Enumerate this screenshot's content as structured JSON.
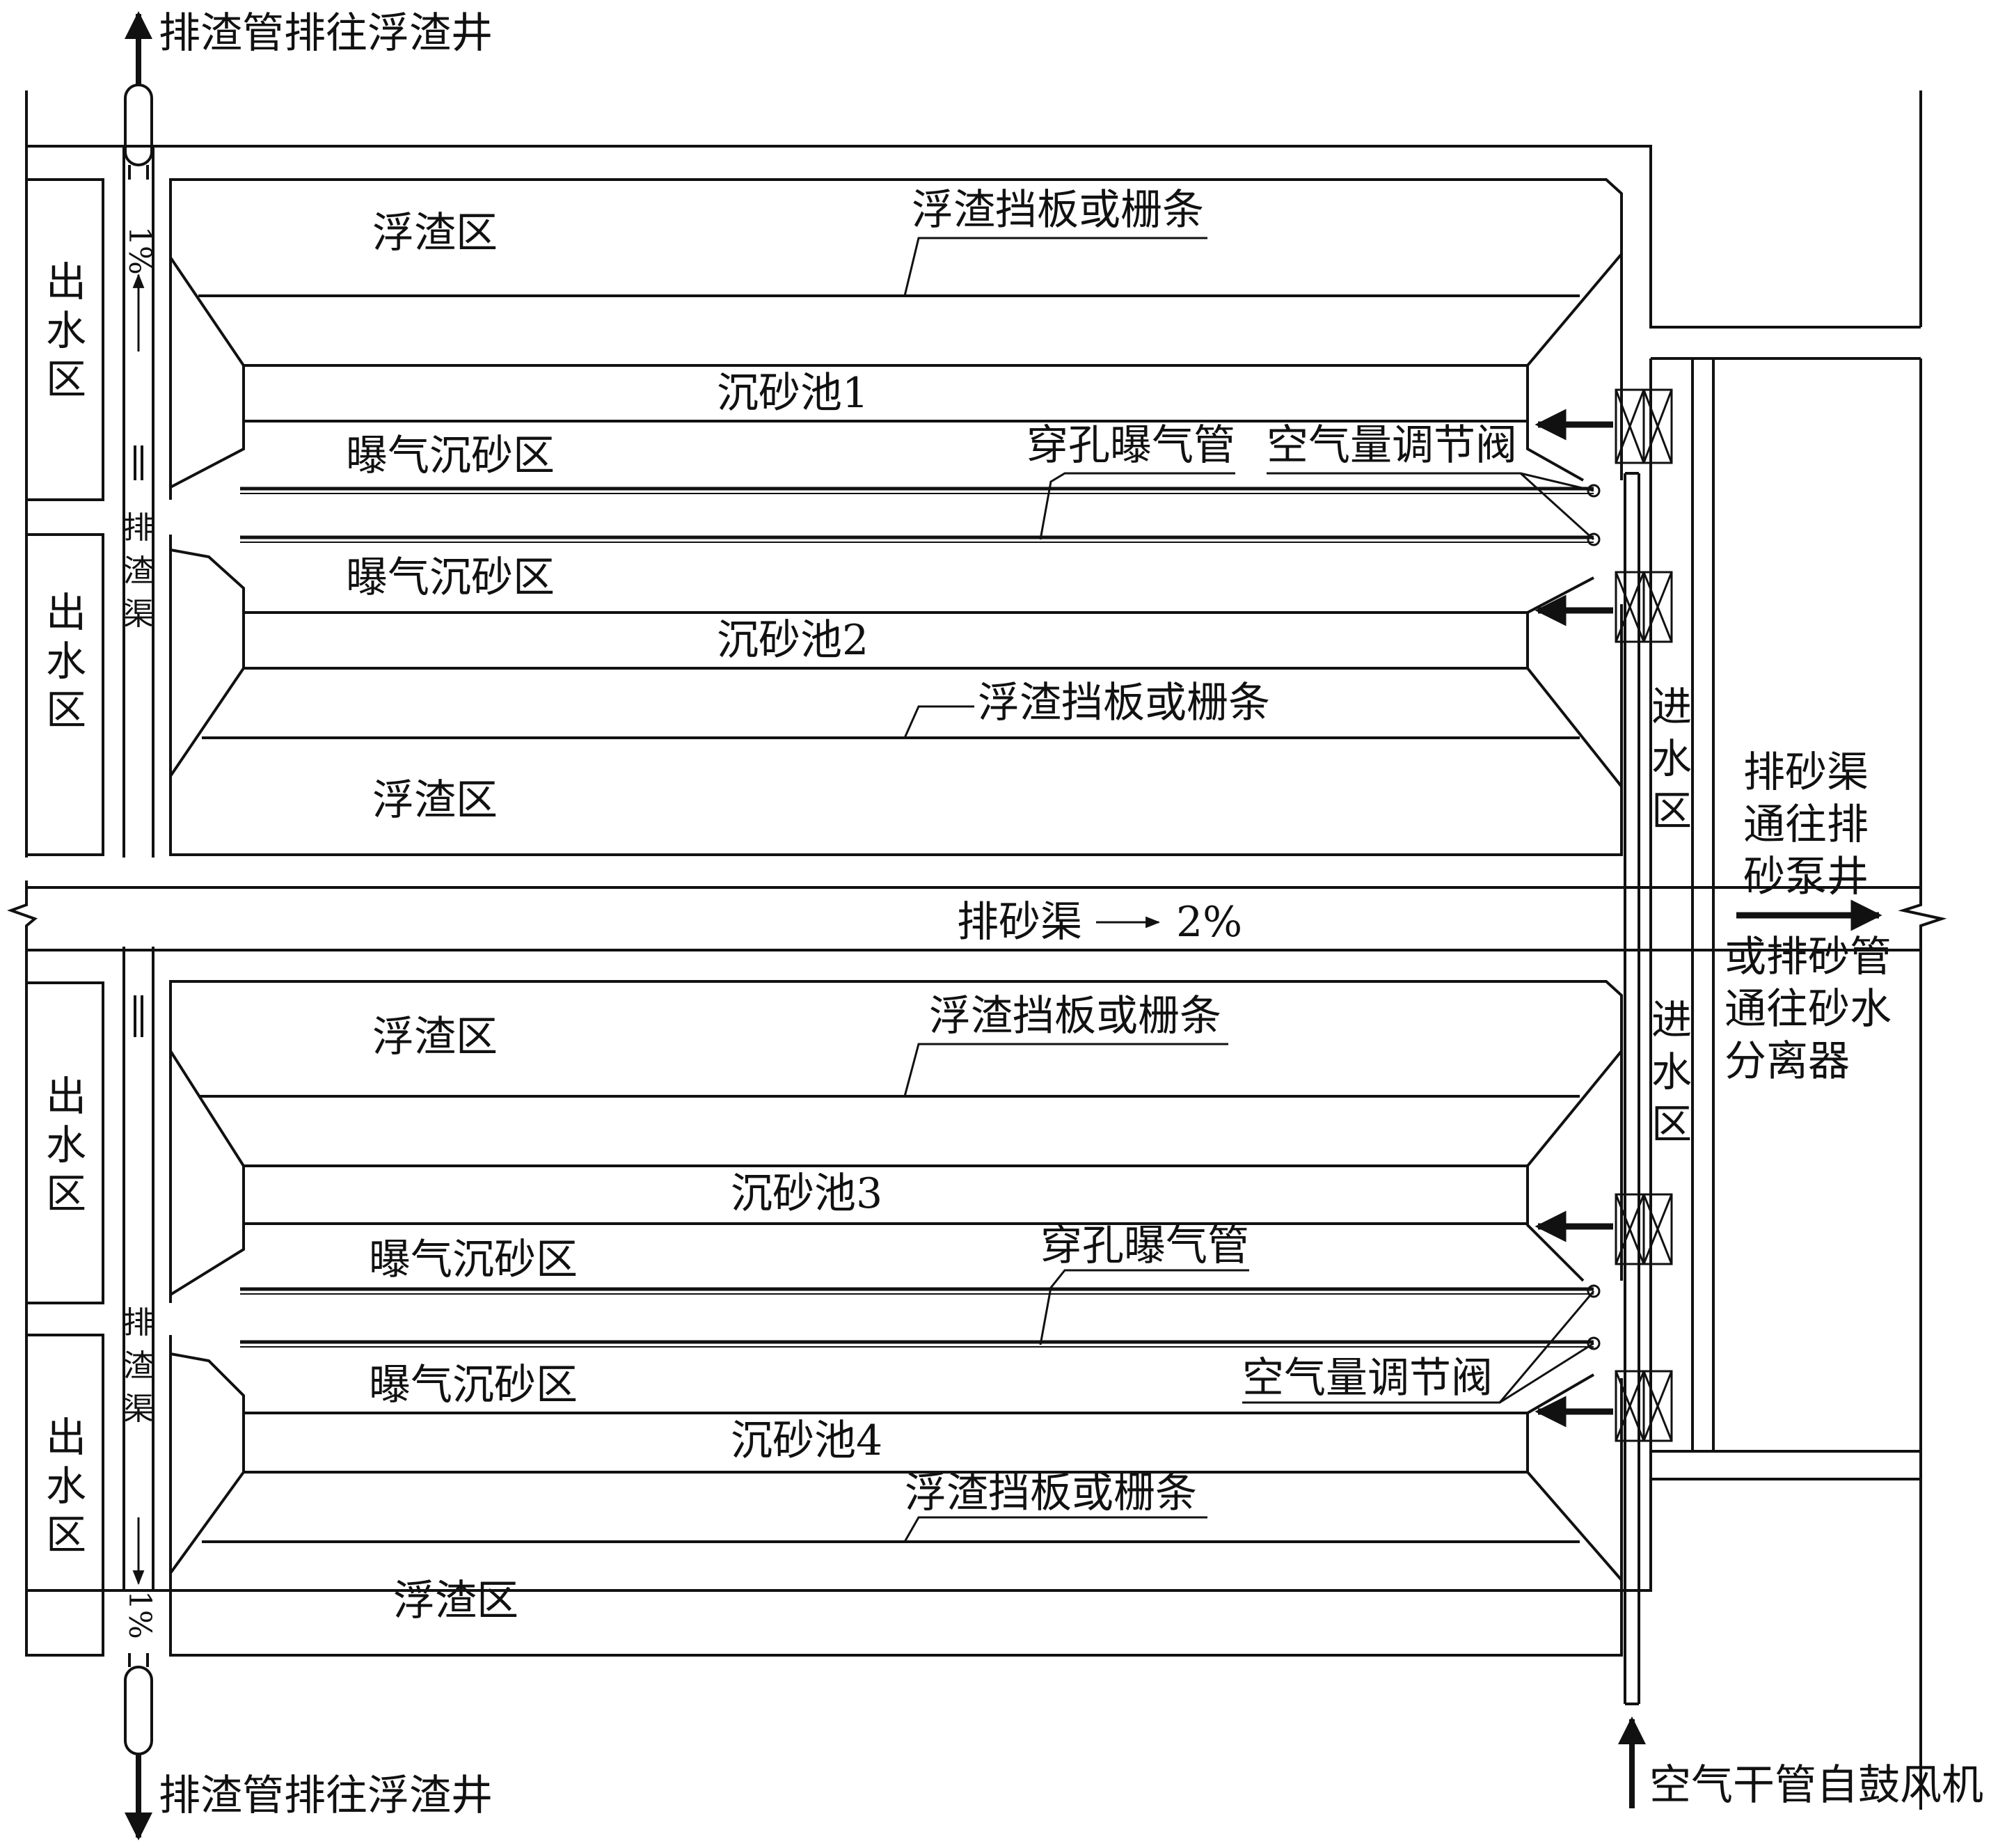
{
  "colors": {
    "line": "#111111",
    "background": "#ffffff"
  },
  "scum_pipe_label": "排渣管排往浮渣井",
  "outlet_label": "出水区",
  "scum_channel_label": "排渣渠",
  "scum_slope": "1%",
  "inlet_label": "进水区",
  "scum_zone_label": "浮渣区",
  "baffle_label": "浮渣挡板或栅条",
  "aerated_zone_label": "曝气沉砂区",
  "aeration_pipe_label": "穿孔曝气管",
  "air_valve_label": "空气量调节阀",
  "grit_channel_label": "排砂渠",
  "grit_channel_slope": "2%",
  "grit_exit_line1": "排砂渠",
  "grit_exit_line2": "通往排",
  "grit_exit_line3": "砂泵井",
  "grit_pipe_line1": "或排砂管",
  "grit_pipe_line2": "通往砂水",
  "grit_pipe_line3": "分离器",
  "air_main_label": "空气干管自鼓风机",
  "tanks": [
    {
      "name": "沉砂池1"
    },
    {
      "name": "沉砂池2"
    },
    {
      "name": "沉砂池3"
    },
    {
      "name": "沉砂池4"
    }
  ],
  "icons": [
    "arrow-up-icon",
    "arrow-down-icon",
    "arrow-left-icon",
    "arrow-right-icon",
    "sluice-gate-icon",
    "break-line-icon"
  ]
}
